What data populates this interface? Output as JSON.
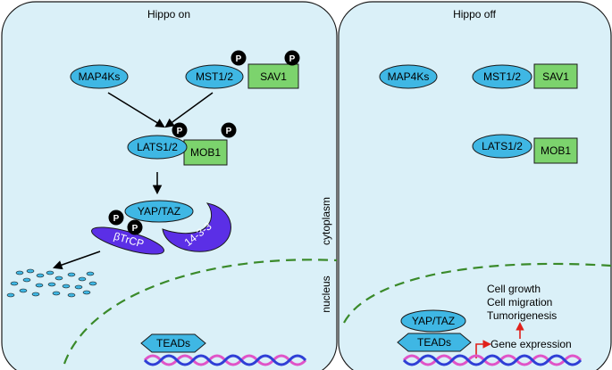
{
  "panels": {
    "left": {
      "title": "Hippo on"
    },
    "right": {
      "title": "Hippo off"
    }
  },
  "compartments": {
    "cytoplasm": "cytoplasm",
    "nucleus": "nucleus"
  },
  "proteins": {
    "map4ks": "MAP4Ks",
    "mst": "MST1/2",
    "sav1": "SAV1",
    "lats": "LATS1/2",
    "mob1": "MOB1",
    "yap_taz": "YAP/TAZ",
    "btrcp": "βTrCP",
    "p1433": "14-3-3",
    "teads": "TEADs"
  },
  "phospho_label": "P",
  "outcomes": {
    "gene_expression": "Gene expression",
    "list": [
      "Cell growth",
      "Cell migration",
      "Tumorigenesis"
    ]
  },
  "colors": {
    "cell_bg": "#daf0f8",
    "protein_blue": "#3fb7e4",
    "protein_green": "#7cd36d",
    "purple": "#5b2fe6",
    "nucleus_line": "#3a8a2a",
    "red_arrow": "#e0211b",
    "dna_blue": "#2f3fd6",
    "dna_pink": "#e054c8"
  }
}
